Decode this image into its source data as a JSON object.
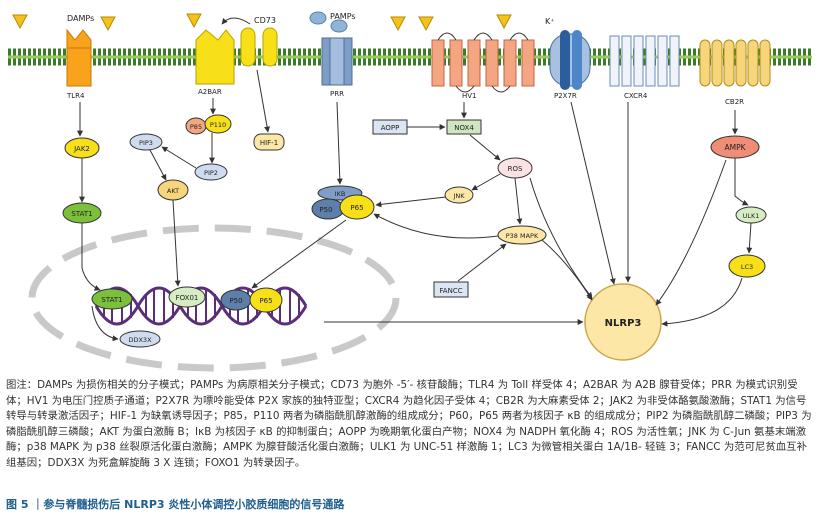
{
  "diagram": {
    "labels": {
      "damps": "DAMPs",
      "cd73": "CD73",
      "pamps": "PAMPs",
      "k_plus": "K⁺",
      "tlr4": "TLR4",
      "a2bar": "A2BAR",
      "prr": "PRR",
      "hv1": "HV1",
      "p2x7r": "P2X7R",
      "cxcr4": "CXCR4",
      "cb2r": "CB2R",
      "jak2": "JAK2",
      "stat1_top": "STAT1",
      "p85": "P85",
      "p110": "P110",
      "pip2": "PIP2",
      "pip3": "PIP3",
      "akt": "AKT",
      "hif1": "HIF-1",
      "aopp": "AOPP",
      "nox4": "NOX4",
      "ros": "ROS",
      "jnk": "JNK",
      "ikb": "IKB",
      "p50_top": "P50",
      "p65_top": "P65",
      "p38mapk": "P38 MAPK",
      "fancc": "FANCC",
      "ampk": "AMPK",
      "ulk1": "ULK1",
      "lc3": "LC3",
      "stat1_nuc": "STAT1",
      "foxo1": "FOX01",
      "p50_nuc": "P50",
      "p65_nuc": "P65",
      "ddx3x": "DDX3X",
      "nlrp3": "NLRP3"
    }
  },
  "caption": {
    "text": "图注：DAMPs 为损伤相关的分子模式；PAMPs 为病原相关分子模式；CD73 为胞外 -5′- 核苷酸酶；TLR4 为 Toll 样受体 4；A2BAR 为 A2B 腺苷受体；PRR 为模式识别受体；HV1 为电压门控质子通道；P2X7R 为嘌呤能受体 P2X 家族的独特亚型；CXCR4 为趋化因子受体 4；CB2R 为大麻素受体 2；JAK2 为非受体酪氨酸激酶；STAT1 为信号转导与转录激活因子；HIF-1 为缺氧诱导因子；P85，P110 两者为磷脂酰肌醇激酶的组成成分；P60，P65 两者为核因子 κB 的组成成分；PIP2 为磷脂酰肌醇二磷酸；PIP3 为磷脂酰肌醇三磷酸；AKT 为蛋白激酶 B；IκB 为核因子 κB 的抑制蛋白；AOPP 为晚期氧化蛋白产物；NOX4 为 NADPH 氧化酶 4；ROS 为活性氧；JNK 为 C-Jun 氨基末端激酶；p38 MAPK 为 p38 丝裂原活化蛋白激酶；AMPK 为腺苷酸活化蛋白激酶；ULK1 为 UNC-51 样激酶 1；LC3 为微管相关蛋白 1A/1B- 轻链 3；FANCC 为范可尼贫血互补组基因；DDX3X 为死盒解旋酶 3 X 连锁；FOXO1 为转录因子。",
    "figure_title": "图 5 ｜参与脊髓损伤后 NLRP3 炎性小体调控小胶质细胞的信号通路"
  }
}
